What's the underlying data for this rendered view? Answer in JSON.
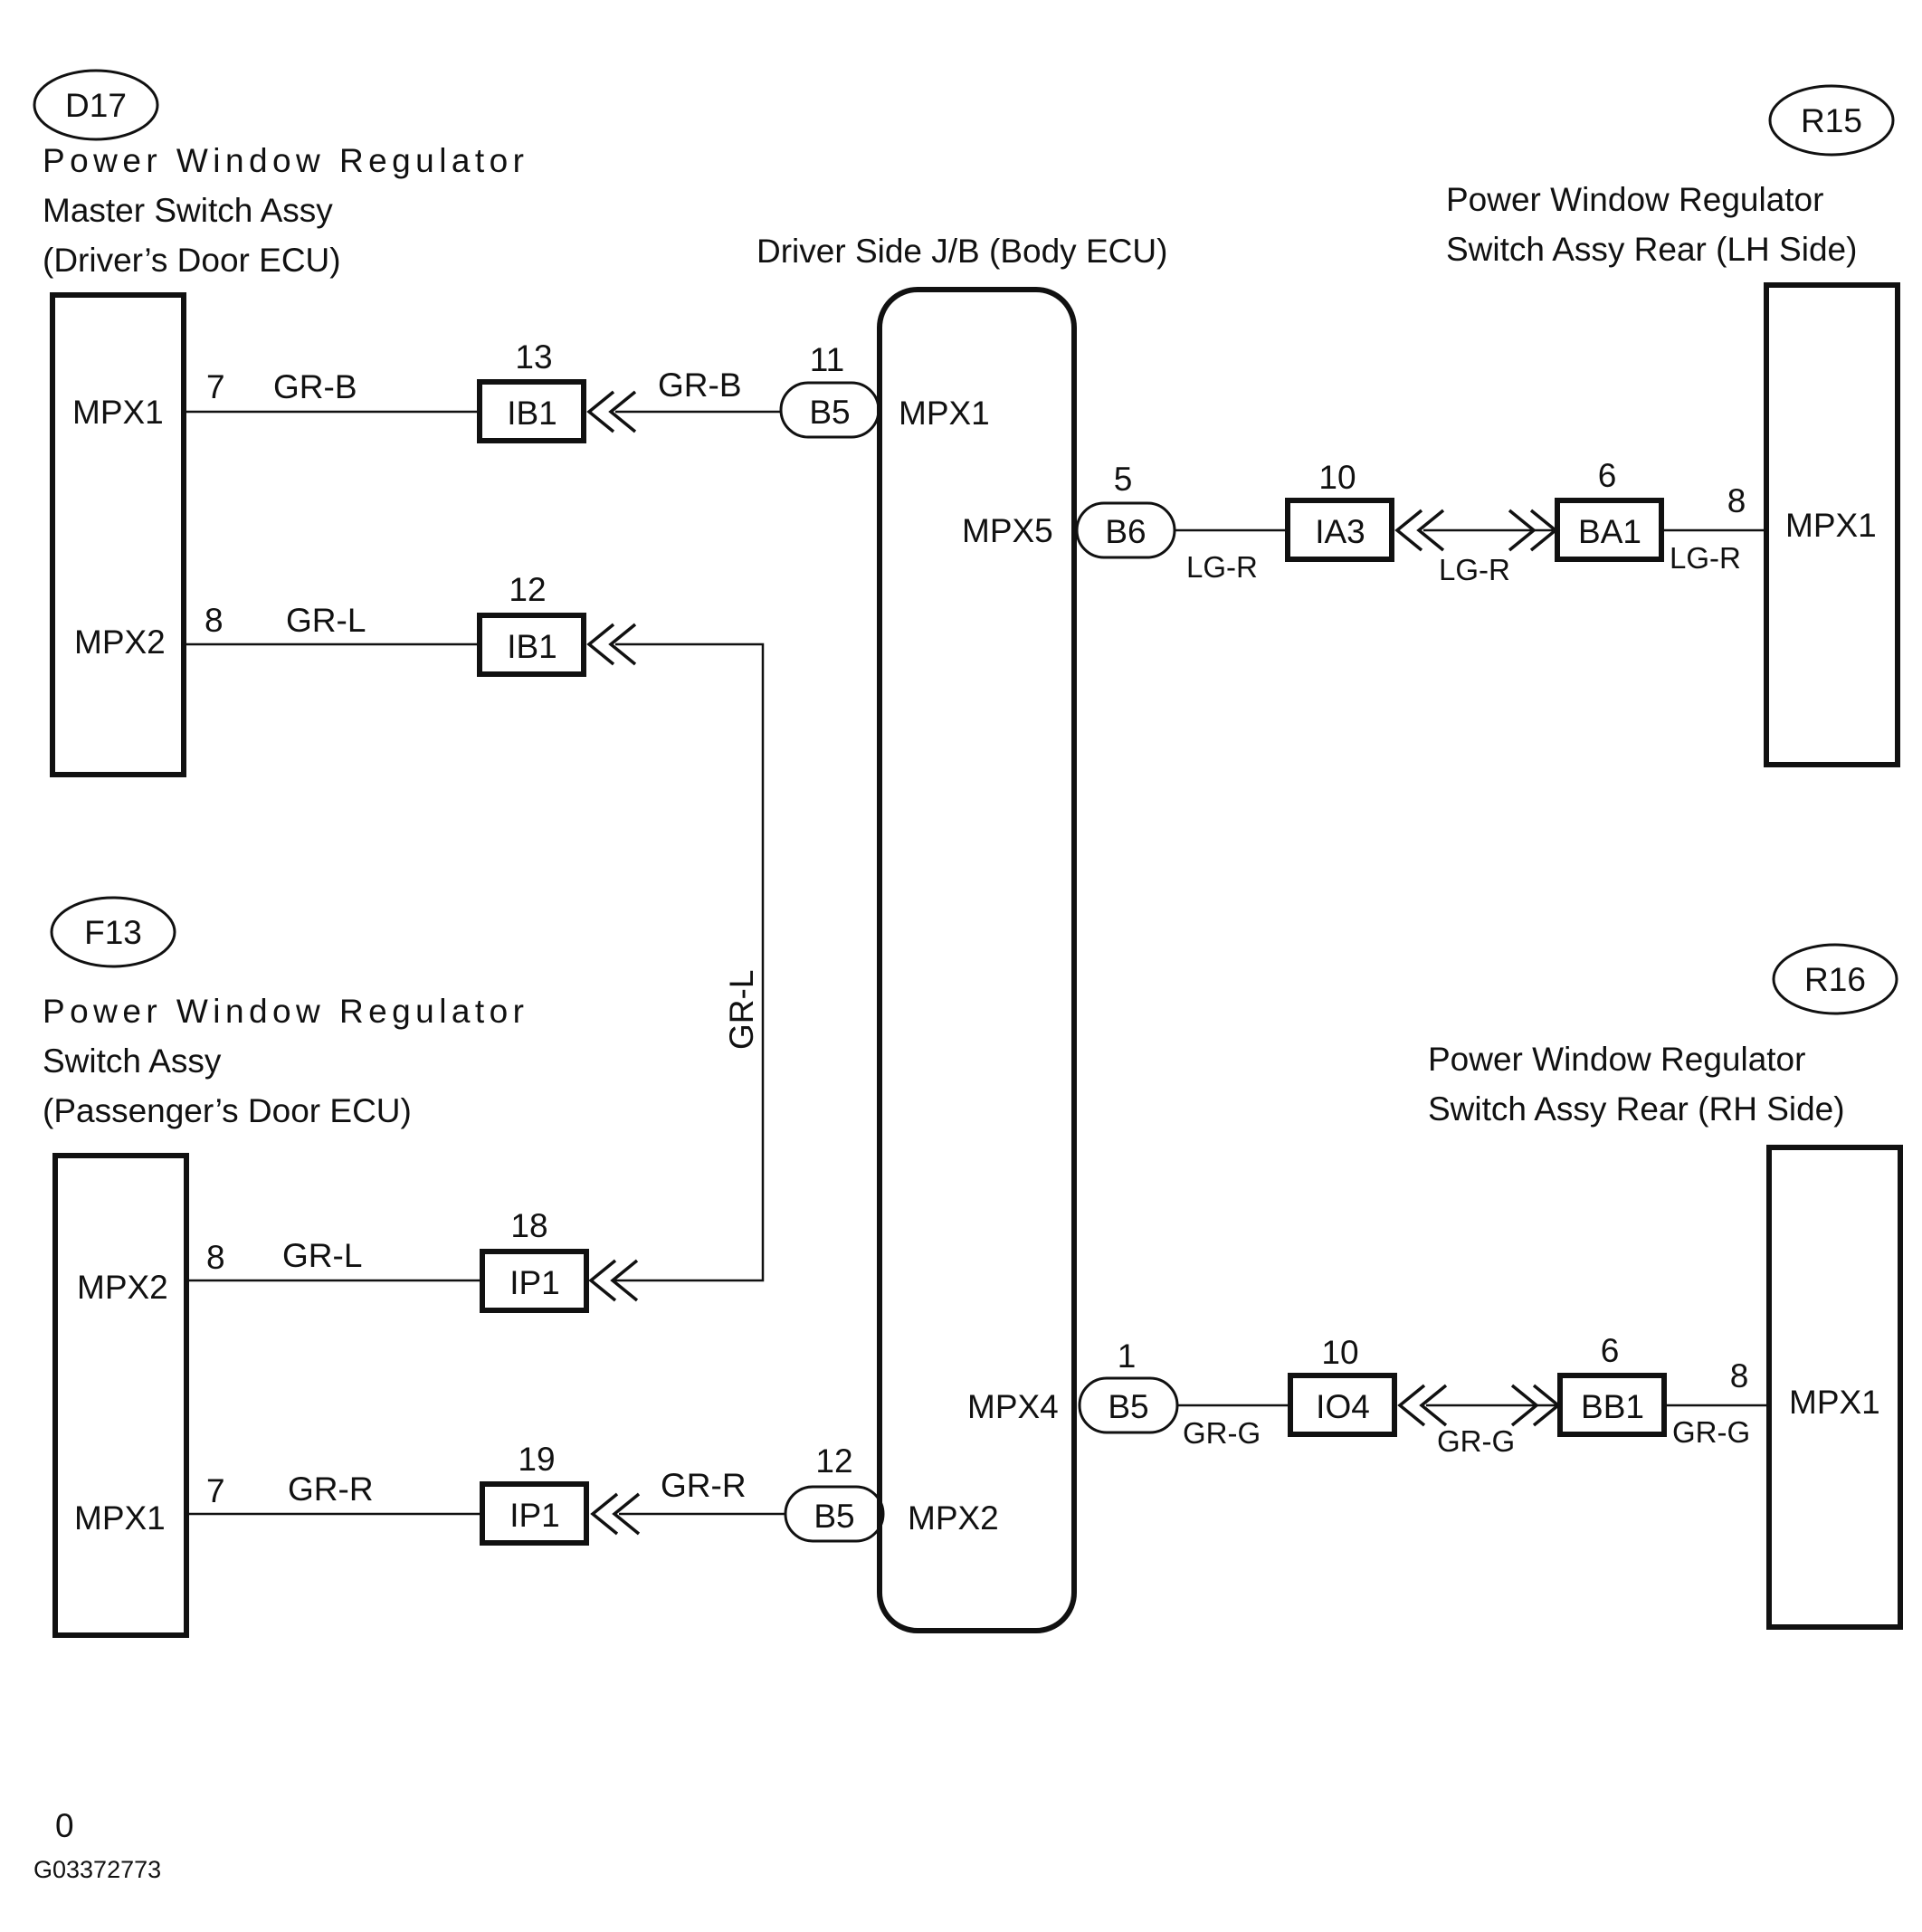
{
  "d17": {
    "id": "D17",
    "title": [
      "Power Window Regulator",
      "Master Switch Assy",
      "(Driver’s Door ECU)"
    ],
    "pin_mpx1": "MPX1",
    "pin_mpx2": "MPX2"
  },
  "f13": {
    "id": "F13",
    "title": [
      "Power Window Regulator",
      "Switch Assy",
      "(Passenger’s Door ECU)"
    ],
    "pin_mpx2": "MPX2",
    "pin_mpx1": "MPX1"
  },
  "jb": {
    "title": "Driver Side J/B (Body ECU)",
    "pin_mpx1": "MPX1",
    "pin_mpx5": "MPX5",
    "pin_mpx4": "MPX4",
    "pin_mpx2": "MPX2"
  },
  "r15": {
    "id": "R15",
    "title": [
      "Power Window Regulator",
      "Switch Assy Rear (LH Side)"
    ],
    "pin_mpx1": "MPX1"
  },
  "r16": {
    "id": "R16",
    "title": [
      "Power Window Regulator",
      "Switch Assy Rear (RH Side)"
    ],
    "pin_mpx1": "MPX1"
  },
  "wires": {
    "d17_mpx1": {
      "pin": "7",
      "color": "GR-B",
      "conn": "IB1",
      "conn_pin": "13",
      "color2": "GR-B",
      "jb_conn": "B5",
      "jb_pin": "11"
    },
    "d17_mpx2": {
      "pin": "8",
      "color": "GR-L",
      "conn": "IB1",
      "conn_pin": "12",
      "vertical_color": "GR-L"
    },
    "f13_mpx2": {
      "pin": "8",
      "color": "GR-L",
      "conn": "IP1",
      "conn_pin": "18"
    },
    "f13_mpx1": {
      "pin": "7",
      "color": "GR-R",
      "conn": "IP1",
      "conn_pin": "19",
      "color2": "GR-R",
      "jb_conn": "B5",
      "jb_pin": "12"
    },
    "r15_mpx1": {
      "jb_conn": "B6",
      "jb_pin": "5",
      "color1": "LG-R",
      "conn1": "IA3",
      "conn1_pin": "10",
      "color2": "LG-R",
      "conn2": "BA1",
      "conn2_pin": "6",
      "color3": "LG-R",
      "pin": "8"
    },
    "r16_mpx1": {
      "jb_conn": "B5",
      "jb_pin": "1",
      "color1": "GR-G",
      "conn1": "IO4",
      "conn1_pin": "10",
      "color2": "GR-G",
      "conn2": "BB1",
      "conn2_pin": "6",
      "color3": "GR-G",
      "pin": "8"
    }
  },
  "footer": {
    "page": "0",
    "code": "G03372773"
  }
}
